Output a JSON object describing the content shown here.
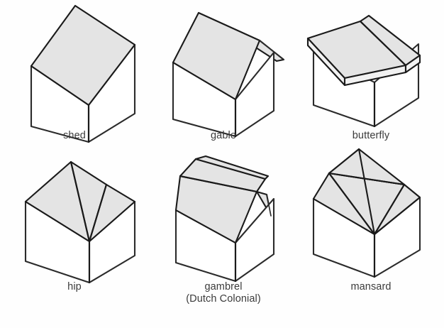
{
  "figure": {
    "title": "Roof types diagram",
    "background_color": "#fefefe",
    "roof_fill_color": "#e4e4e4",
    "wall_fill_color": "#ffffff",
    "line_color": "#1a1a1a",
    "caption_color": "#3b3b3b"
  },
  "diagrams": [
    {
      "id": "shed",
      "label": "shed",
      "label_line2": "",
      "row": 1,
      "column": 1,
      "description": "single sloping roof plane over a box"
    },
    {
      "id": "gable",
      "label": "gable",
      "label_line2": "",
      "row": 1,
      "column": 2,
      "description": "two slopes meeting at a central ridge"
    },
    {
      "id": "butterfly",
      "label": "butterfly",
      "label_line2": "",
      "row": 1,
      "column": 3,
      "description": "two slopes meeting at a low central valley"
    },
    {
      "id": "hip",
      "label": "hip",
      "label_line2": "",
      "row": 2,
      "column": 1,
      "description": "slopes on all sides meeting at a ridge with hip lines"
    },
    {
      "id": "gambrel",
      "label": "gambrel",
      "label_line2": "(Dutch Colonial)",
      "row": 2,
      "column": 2,
      "description": "two-pitch roof, shallow above and steep below"
    },
    {
      "id": "mansard",
      "label": "mansard",
      "label_line2": "",
      "row": 2,
      "column": 3,
      "description": "steep lower hipped slopes with a shallow upper deck"
    }
  ]
}
